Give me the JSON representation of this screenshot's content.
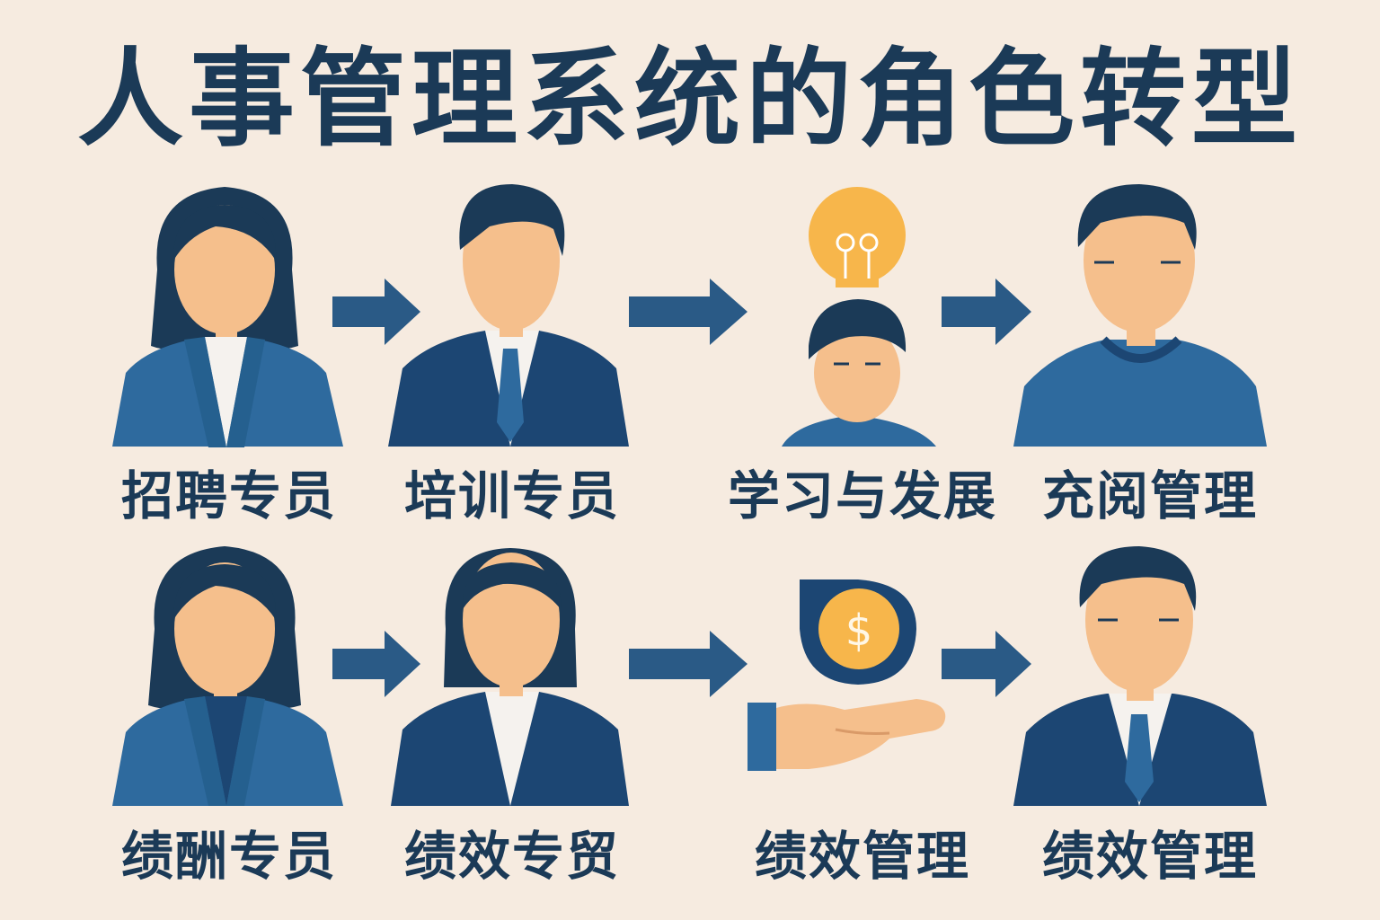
{
  "title": "人事管理系统的角色转型",
  "rows": [
    {
      "labels": [
        "招聘专员",
        "培训专员",
        "学习与发展",
        "充阅管理"
      ]
    },
    {
      "labels": [
        "绩酬专员",
        "绩效专贸",
        "绩效管理",
        "绩效管理"
      ]
    }
  ],
  "colors": {
    "background": "#f6ebe0",
    "navy": "#1b3a57",
    "blue": "#2e6a9e",
    "dark_blue": "#1c4673",
    "skin": "#f5bf8c",
    "gold": "#f7b64b",
    "arrow": "#2a5a86"
  }
}
